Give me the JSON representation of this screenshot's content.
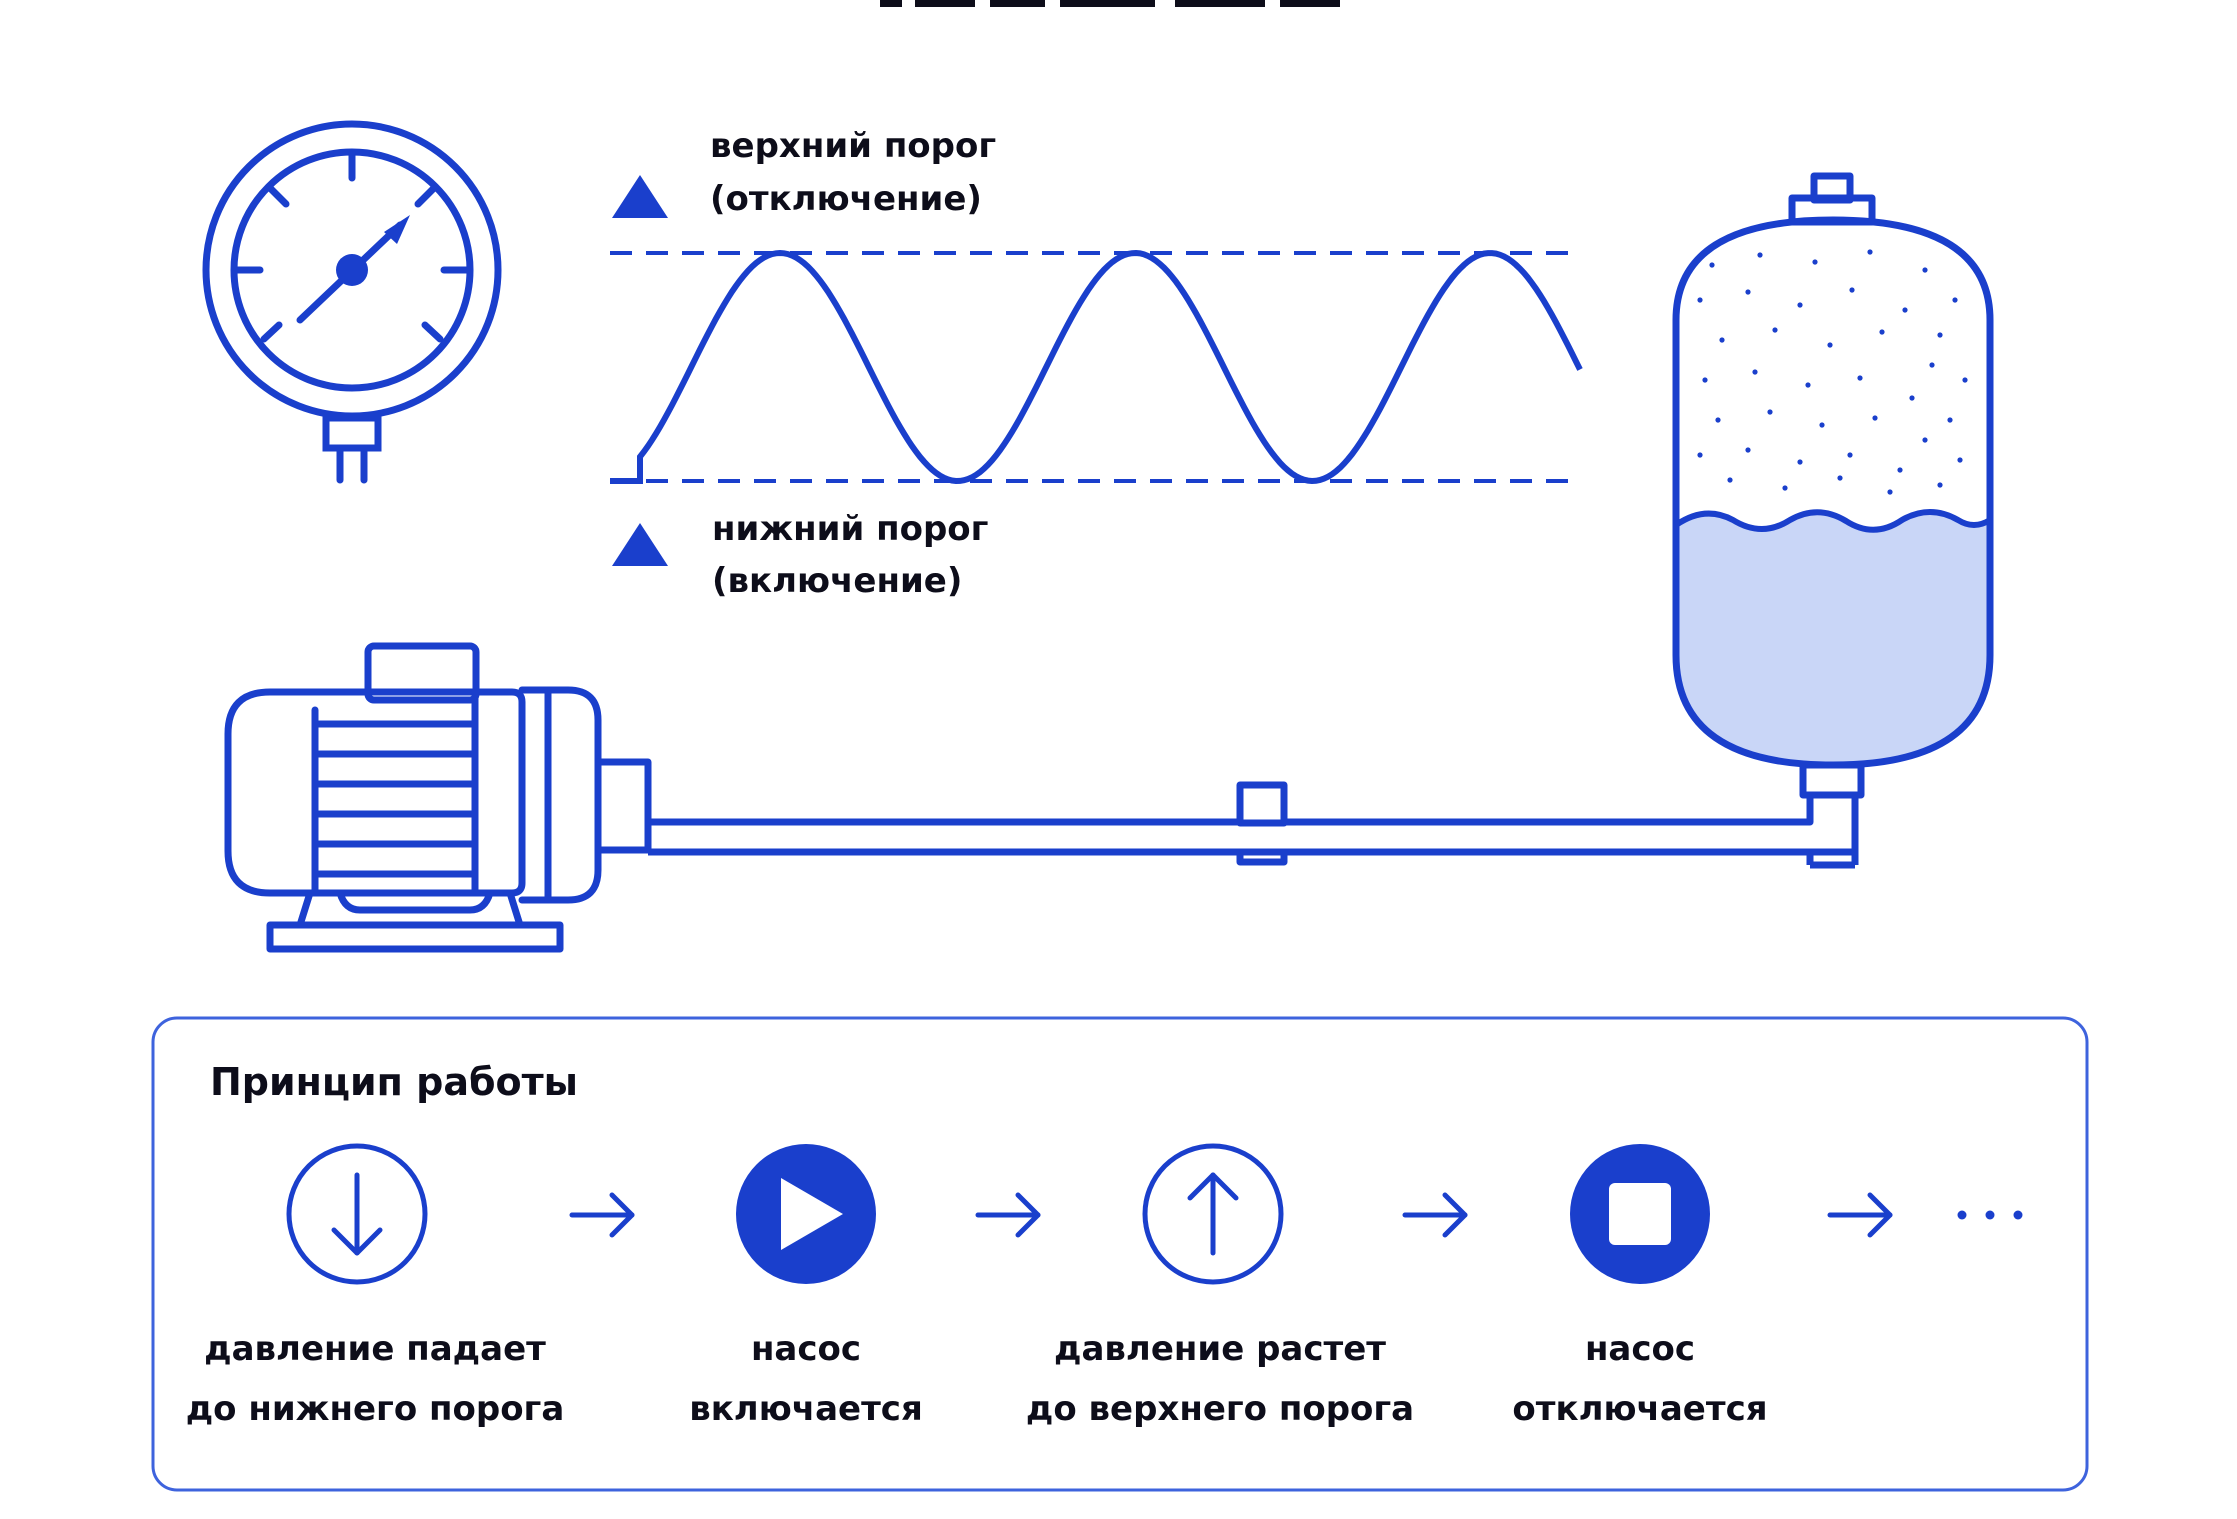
{
  "colors": {
    "primary": "#1a3fcc",
    "water": "#c9d6f7",
    "text": "#0d0d1a",
    "panel_border": "#3e63dd"
  },
  "thresholds": {
    "upper_line1": "верхний порог",
    "upper_line2": "(отключение)",
    "lower_line1": "нижний порог",
    "lower_line2": "(включение)"
  },
  "principle": {
    "title": "Принцип работы",
    "steps": [
      {
        "icon": "arrow-down-circle-icon",
        "line1": "давление падает",
        "line2": "до нижнего порога"
      },
      {
        "icon": "play-circle-icon",
        "line1": "насос",
        "line2": "включается"
      },
      {
        "icon": "arrow-up-circle-icon",
        "line1": "давление растет",
        "line2": "до верхнего порога"
      },
      {
        "icon": "stop-circle-icon",
        "line1": "насос",
        "line2": "отключается"
      }
    ],
    "ellipsis": "···"
  }
}
